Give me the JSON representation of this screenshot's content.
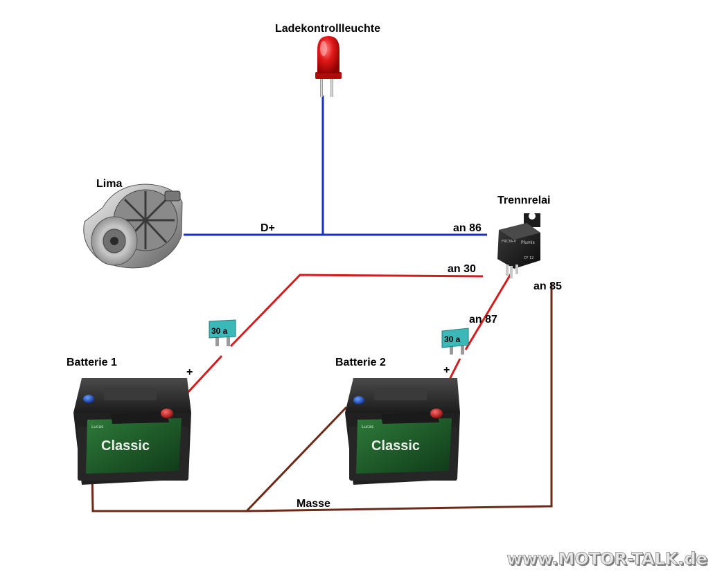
{
  "labels": {
    "lamp": "Ladekontrollleuchte",
    "alternator": "Lima",
    "relay": "Trennrelai",
    "d_plus": "D+",
    "pin86": "an 86",
    "pin30": "an 30",
    "pin85": "an 85",
    "pin87": "an 87",
    "battery1": "Batterie 1",
    "battery2": "Batterie 2",
    "plus1": "+",
    "plus2": "+",
    "fuse1": "30 a",
    "fuse2": "30 a",
    "ground": "Masse",
    "battery_brand": "Classic",
    "battery_maker": "Lucas",
    "relay_brand": "Plumis",
    "relay_model": "FRC3A-V",
    "relay_code": "CF 12",
    "watermark": "www.MOTOR-TALK.de"
  },
  "colors": {
    "signal_wire": "#1a2fbf",
    "power_wire": "#d41c1c",
    "ground_wire": "#6b2a18",
    "fuse": "#3bb8b8",
    "battery_body": "#2a2a2a",
    "battery_label": "#1f5a2a",
    "lamp": "#e01818"
  },
  "icons": {
    "lamp": "led-icon",
    "alternator": "alternator-icon",
    "relay": "relay-icon",
    "fuse": "blade-fuse-icon",
    "battery": "car-battery-icon"
  }
}
